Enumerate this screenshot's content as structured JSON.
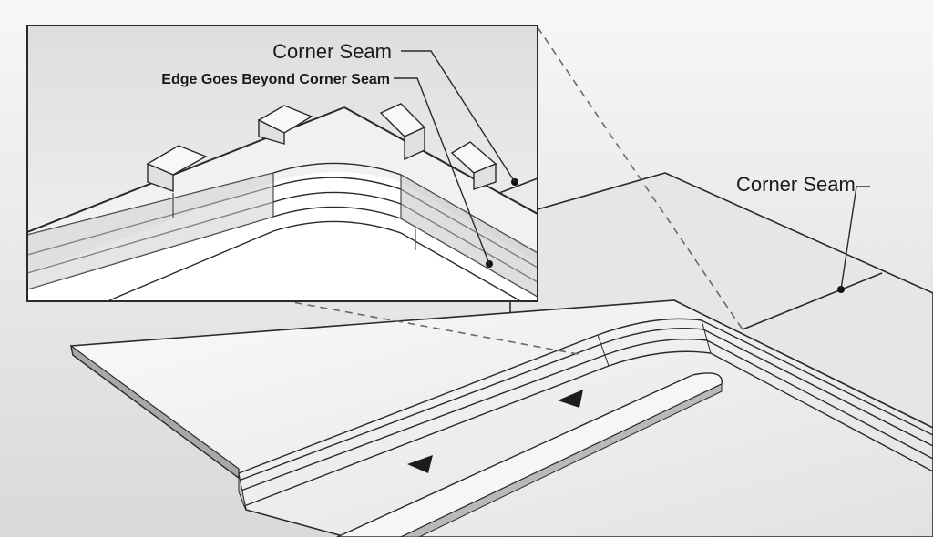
{
  "labels": {
    "main_corner_seam": "Corner Seam",
    "inset_corner_seam": "Corner Seam",
    "inset_edge_beyond": "Edge Goes Beyond Corner Seam"
  },
  "colors": {
    "background": "#ececec",
    "surface": "#f4f4f4",
    "edge_light": "#d8d8d8",
    "edge_mid": "#bdbdbd",
    "edge_dark": "#9a9a9a",
    "stroke": "#2a2a2a"
  }
}
